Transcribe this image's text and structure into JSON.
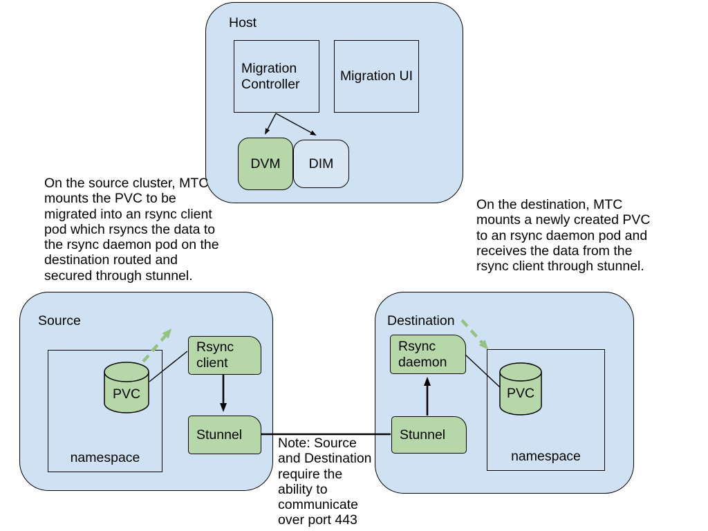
{
  "colors": {
    "blue_fill": "#cfe2f3",
    "dim_fill": "#d8e6f4",
    "green_fill": "#b6d7a8",
    "green_arrow": "#93c47d",
    "ink": "#000000",
    "bg": "#ffffff"
  },
  "host": {
    "label": "Host",
    "controller": "Migration\nController",
    "ui": "Migration UI",
    "dvm": "DVM",
    "dim": "DIM"
  },
  "source": {
    "label": "Source",
    "namespace": "namespace",
    "pvc": "PVC",
    "rsync_client": "Rsync\nclient",
    "stunnel": "Stunnel"
  },
  "destination": {
    "label": "Destination",
    "namespace": "namespace",
    "pvc": "PVC",
    "rsync_daemon": "Rsync\ndaemon",
    "stunnel": "Stunnel"
  },
  "annotations": {
    "source_note": "On the source cluster, MTC\nmounts the PVC to be\nmigrated into an rsync client\npod which rsyncs the data to\nthe rsync daemon pod on the\ndestination routed and\nsecured through stunnel.",
    "destination_note": "On the destination, MTC\nmounts a newly created PVC\nto an rsync daemon pod and\nreceives the data from the\nrsync client through stunnel.",
    "port_note": "Note: Source\nand Destination\nrequire the\nability to\ncommunicate\nover port 443"
  }
}
